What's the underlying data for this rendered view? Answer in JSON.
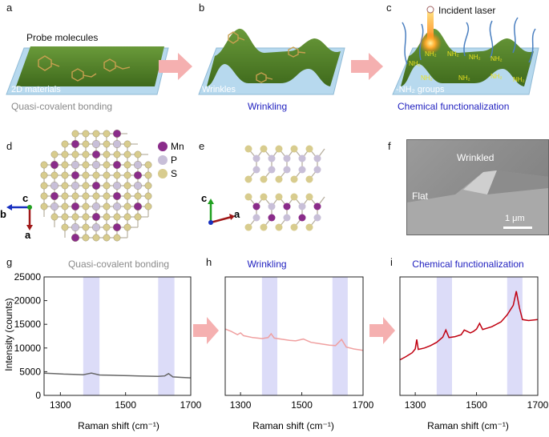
{
  "panels": {
    "a": {
      "letter": "a",
      "probe_label": "Probe molecules",
      "substrate_label": "2D materials",
      "caption": "Quasi-covalent bonding"
    },
    "b": {
      "letter": "b",
      "wrinkle_label": "Wrinkles",
      "caption": "Wrinkling"
    },
    "c": {
      "letter": "c",
      "laser_label": "Incident laser",
      "group_label": "-NH₂ groups",
      "nh2": "NH₂",
      "caption": "Chemical functionalization"
    },
    "d": {
      "letter": "d",
      "legend": [
        {
          "label": "Mn",
          "color": "#8a2c8a"
        },
        {
          "label": "P",
          "color": "#c8bfd8"
        },
        {
          "label": "S",
          "color": "#d8cc8e"
        }
      ],
      "axis_c": "c",
      "axis_b": "b",
      "axis_a": "a"
    },
    "e": {
      "letter": "e",
      "axis_c": "c",
      "axis_a": "a"
    },
    "f": {
      "letter": "f",
      "wrinkled_label": "Wrinkled",
      "flat_label": "Flat",
      "scale_label": "1 μm"
    },
    "g": {
      "letter": "g",
      "title": "Quasi-covalent bonding"
    },
    "h": {
      "letter": "h",
      "title": "Wrinkling"
    },
    "i": {
      "letter": "i",
      "title": "Chemical functionalization"
    }
  },
  "chart_data": [
    {
      "panel": "g",
      "type": "line",
      "title": "Quasi-covalent bonding",
      "xlabel": "Raman shift (cm⁻¹)",
      "ylabel": "Intensity (counts)",
      "xlim": [
        1250,
        1700
      ],
      "ylim": [
        0,
        25000
      ],
      "xticks": [
        1300,
        1500,
        1700
      ],
      "yticks": [
        0,
        5000,
        10000,
        15000,
        20000,
        25000
      ],
      "highlight_bands": [
        [
          1370,
          1420
        ],
        [
          1600,
          1650
        ]
      ],
      "series": [
        {
          "color": "#666666",
          "x": [
            1250,
            1280,
            1310,
            1340,
            1370,
            1395,
            1420,
            1450,
            1480,
            1510,
            1540,
            1570,
            1600,
            1620,
            1632,
            1645,
            1670,
            1700
          ],
          "y": [
            4700,
            4600,
            4500,
            4450,
            4350,
            4700,
            4300,
            4250,
            4200,
            4150,
            4100,
            4050,
            4000,
            4100,
            4600,
            3900,
            3800,
            3700
          ]
        }
      ]
    },
    {
      "panel": "h",
      "type": "line",
      "title": "Wrinkling",
      "xlabel": "Raman shift (cm⁻¹)",
      "ylabel": "",
      "xlim": [
        1250,
        1700
      ],
      "ylim": [
        0,
        25000
      ],
      "xticks": [
        1300,
        1500,
        1700
      ],
      "highlight_bands": [
        [
          1370,
          1420
        ],
        [
          1600,
          1650
        ]
      ],
      "series": [
        {
          "color": "#f0a0a0",
          "x": [
            1250,
            1270,
            1290,
            1300,
            1310,
            1340,
            1370,
            1390,
            1400,
            1410,
            1440,
            1460,
            1480,
            1505,
            1530,
            1560,
            1590,
            1610,
            1630,
            1645,
            1670,
            1700
          ],
          "y": [
            14000,
            13500,
            12800,
            13200,
            12600,
            12200,
            12000,
            12200,
            13000,
            12100,
            11800,
            11600,
            11500,
            11900,
            11200,
            10900,
            10600,
            10500,
            11800,
            10200,
            9800,
            9500
          ]
        }
      ]
    },
    {
      "panel": "i",
      "type": "line",
      "title": "Chemical functionalization",
      "xlabel": "Raman shift (cm⁻¹)",
      "ylabel": "",
      "xlim": [
        1250,
        1700
      ],
      "ylim": [
        0,
        25000
      ],
      "xticks": [
        1300,
        1500,
        1700
      ],
      "highlight_bands": [
        [
          1370,
          1420
        ],
        [
          1600,
          1650
        ]
      ],
      "series": [
        {
          "color": "#c00010",
          "x": [
            1250,
            1270,
            1290,
            1300,
            1305,
            1310,
            1330,
            1350,
            1370,
            1390,
            1400,
            1410,
            1430,
            1450,
            1460,
            1480,
            1490,
            1500,
            1510,
            1520,
            1550,
            1580,
            1600,
            1620,
            1630,
            1640,
            1650,
            1670,
            1700
          ],
          "y": [
            7500,
            8200,
            9000,
            9800,
            11800,
            9700,
            10000,
            10500,
            11200,
            12300,
            13800,
            12200,
            12400,
            12800,
            13800,
            13200,
            13500,
            14000,
            15200,
            13900,
            14500,
            15500,
            17000,
            19000,
            22000,
            18500,
            16000,
            15800,
            16000
          ]
        }
      ]
    }
  ]
}
